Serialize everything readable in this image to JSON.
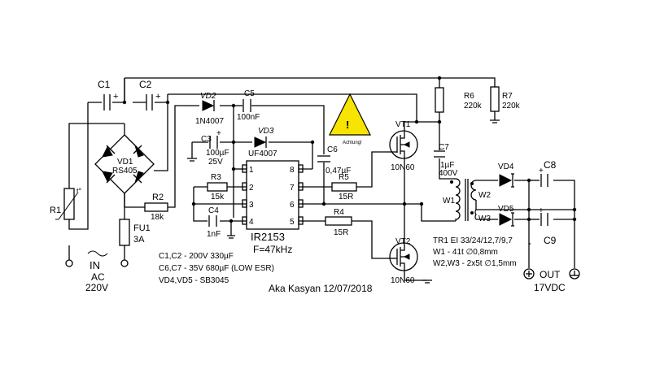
{
  "labels": {
    "c1": "C1",
    "c2": "C2",
    "plus": "+",
    "vd2": "VD2",
    "vd2_type": "1N4007",
    "c5": "C5",
    "c5_val": "100nF",
    "c3": "C3",
    "c3_val1": "100µF",
    "c3_val2": "25V",
    "vd3": "VD3",
    "vd3_type": "UF4007",
    "vd1": "VD1",
    "vd1_type": "RS405",
    "r1": "R1",
    "t_mark": "t°",
    "r2": "R2",
    "r2_val": "18k",
    "r3": "R3",
    "r3_val": "15k",
    "c4": "C4",
    "c4_val": "1nF",
    "fu1": "FU1",
    "fu1_val": "3A",
    "ic": "IR2153",
    "ic_freq": "F=47kHz",
    "pin1": "1",
    "pin2": "2",
    "pin3": "3",
    "pin4": "4",
    "pin5": "5",
    "pin6": "6",
    "pin7": "7",
    "pin8": "8",
    "c6": "C6",
    "c6_val": "0,47µF",
    "r5": "R5",
    "r5_val": "15R",
    "r4": "R4",
    "r4_val": "15R",
    "warn_text": "Achtung!",
    "warn_mark": "!",
    "r6": "R6",
    "r6_val": "220k",
    "r7": "R7",
    "r7_val": "220k",
    "vt1": "VT1",
    "vt1_type": "10N60",
    "vt2": "VT2",
    "vt2_type": "10N60",
    "c7": "C7",
    "c7_val1": "1µF",
    "c7_val2": "400V",
    "w1": "W1",
    "w2": "W2",
    "w3": "W3",
    "vd4": "VD4",
    "vd5": "VD5",
    "c8": "C8",
    "c9": "C9",
    "tr1_line": "TR1   EI 33/24/12,7/9,7",
    "w1_line": "W1 - 41t ∅0,8mm",
    "w23_line": "W2,W3 - 2x5t ∅1,5mm",
    "in_label": "IN",
    "in_ac": "AC",
    "in_v": "220V",
    "out_label": "OUT",
    "out_v": "17VDC",
    "note1": "C1,C2 - 200V 330µF",
    "note2": "C6,C7 - 35V 680µF (LOW ESR)",
    "note3": "VD4,VD5 - SB3045",
    "author": "Aka Kasyan 12/07/2018"
  },
  "colors": {
    "warning_fill": "#f7e400",
    "line": "#000000",
    "background": "#ffffff"
  }
}
